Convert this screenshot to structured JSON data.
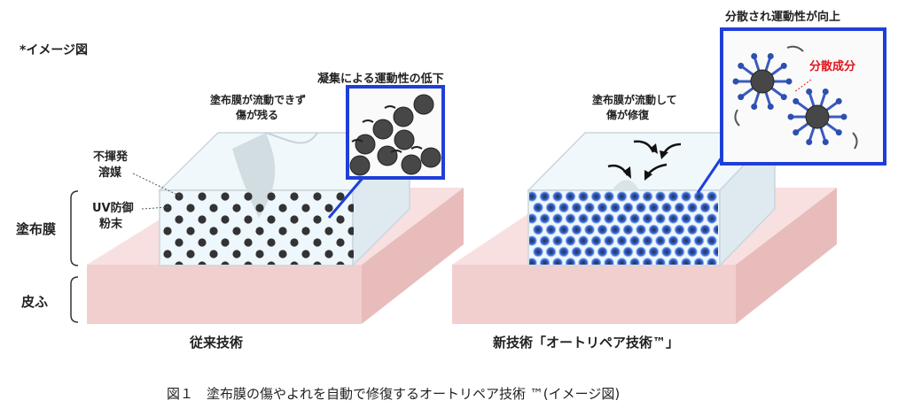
{
  "header": {
    "note": "*イメージ図"
  },
  "labels": {
    "coating": "塗布膜",
    "skin": "皮ふ",
    "solvent_line1": "不揮発",
    "solvent_line2": "溶媒",
    "uv_line1": "UV防御",
    "uv_line2": "粉末"
  },
  "left_panel": {
    "callout_title": "凝集による運動性の低下",
    "note_line1": "塗布膜が流動できず",
    "note_line2": "傷が残る",
    "caption": "従来技術"
  },
  "right_panel": {
    "callout_title": "分散され運動性が向上",
    "callout_label": "分散成分",
    "note_line1": "塗布膜が流動して",
    "note_line2": "傷が修復",
    "caption": "新技術「オートリペア技術™」"
  },
  "figure_caption": "図１　塗布膜の傷やよれを自動で修復するオートリペア技術 ™(イメージ図)",
  "colors": {
    "skin": "#f6d9d9",
    "skin_side": "#ecc3c3",
    "film": "#eaf6fb",
    "highlight": "#1f3fd8",
    "dispersed_label": "#e0141c",
    "particle": "#444444"
  }
}
